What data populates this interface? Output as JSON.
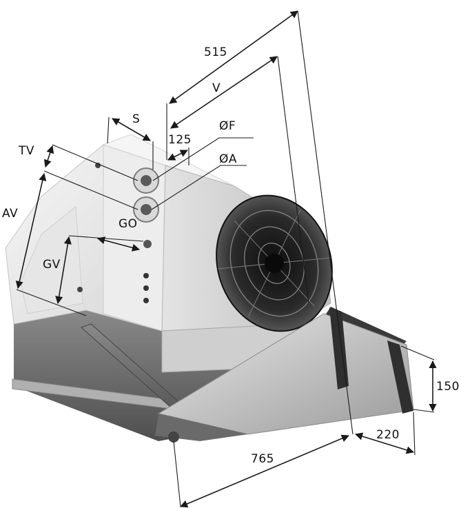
{
  "labels": {
    "d515": "515",
    "dV": "V",
    "dS": "S",
    "dF": "ØF",
    "d125": "125",
    "dA": "ØA",
    "dTV": "TV",
    "dAV": "AV",
    "dGO": "GO",
    "dGV": "GV",
    "d150": "150",
    "d220": "220",
    "d765": "765"
  },
  "colors": {
    "casing_light": "#f2f2f2",
    "casing_mid": "#d9d9d9",
    "casing_shade": "#bdbdbd",
    "tray_dark": "#6e6e6e",
    "frame_dark": "#3a3a3a",
    "fan_dark": "#1f1f1f"
  }
}
